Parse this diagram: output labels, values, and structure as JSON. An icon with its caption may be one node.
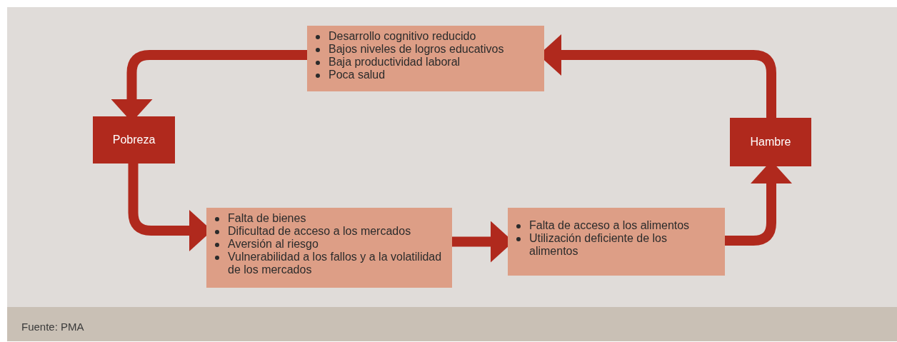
{
  "diagram": {
    "caption": "Fuente: PMA",
    "nodes": [
      {
        "text": [
          "Desarrollo cognitivo reducido",
          "Bajos niveles de logros educativos",
          "Baja productividad laboral",
          "Poca salud"
        ]
      },
      {
        "text": [
          "Pobreza"
        ]
      },
      {
        "text": [
          "Hambre"
        ]
      },
      {
        "text": [
          "Falta de bienes",
          "Dificultad de acceso a los mercados",
          "Aversión al riesgo",
          "Vulnerabilidad a los fallos y a la volatilidad de los mercados"
        ]
      },
      {
        "text": [
          "Falta de acceso a los alimentos",
          "Utilización deficiente de los alimentos"
        ]
      }
    ],
    "edges": [
      {
        "from": 0,
        "to": 1,
        "arrow": "to"
      },
      {
        "from": 1,
        "to": 3,
        "arrow": "to"
      },
      {
        "from": 3,
        "to": 4,
        "arrow": "to"
      },
      {
        "from": 4,
        "to": 2,
        "arrow": "to"
      },
      {
        "from": 2,
        "to": 0,
        "arrow": "to"
      }
    ]
  }
}
